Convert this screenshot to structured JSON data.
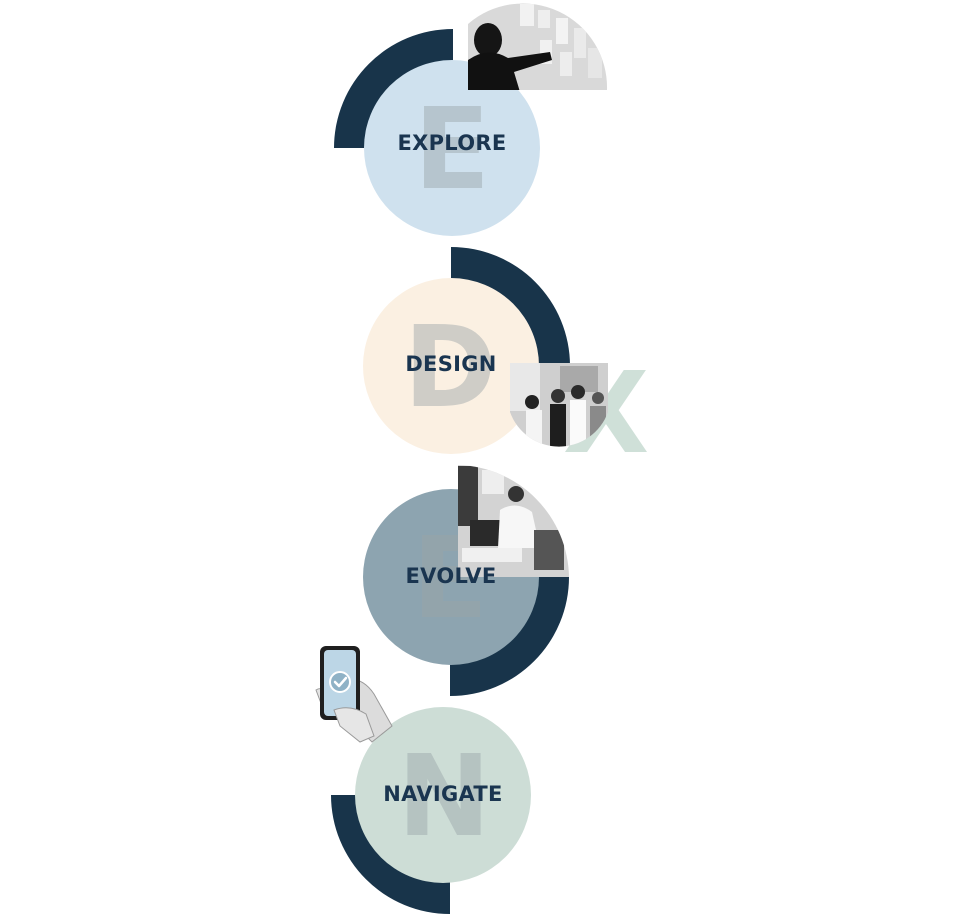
{
  "diagram": {
    "colors": {
      "navy": "#18344a",
      "explore_fill": "#cfe1ee",
      "design_fill": "#fbf0e2",
      "evolve_fill": "#8da4b0",
      "navigate_fill": "#cdddd6",
      "letter_shade": "#9aa4a8",
      "photo_gray": "#b6b6b6"
    },
    "stages": [
      {
        "label": "EXPLORE",
        "letter": "E",
        "photo": "person-at-whiteboard-photo"
      },
      {
        "label": "DESIGN",
        "letter": "D",
        "photo": "team-meeting-photo"
      },
      {
        "label": "EVOLVE",
        "letter": "E",
        "photo": "coworkers-at-computer-photo"
      },
      {
        "label": "NAVIGATE",
        "letter": "N",
        "photo": "hand-holding-phone-photo"
      }
    ],
    "decor_letter": "X",
    "icons": [
      "checkmark-badge-icon"
    ]
  }
}
